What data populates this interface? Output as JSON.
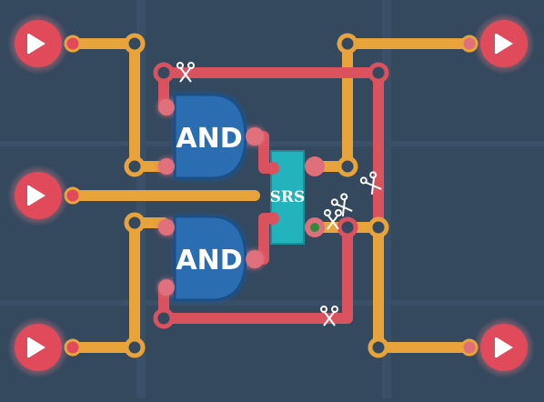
{
  "gates": [
    {
      "label": "AND"
    },
    {
      "label": "AND"
    }
  ],
  "latch": {
    "label": "SRS"
  },
  "io_nodes": {
    "inputs": [
      "input-pin-top-left",
      "input-pin-mid-left",
      "input-pin-bottom-left"
    ],
    "outputs": [
      "output-pin-top-right",
      "output-pin-bottom-right"
    ]
  },
  "colors": {
    "background": "#34495e",
    "grid_line": "#3a5068",
    "wire_orange": "#e8a43a",
    "wire_red": "#d9525e",
    "gate_blue": "#2a6db0",
    "gate_edge": "#1d4f86",
    "latch_teal": "#22b3bd",
    "pin_red": "#e04a5a",
    "pin_glow": "#ff8f9a"
  },
  "wire_cut_count": 5
}
